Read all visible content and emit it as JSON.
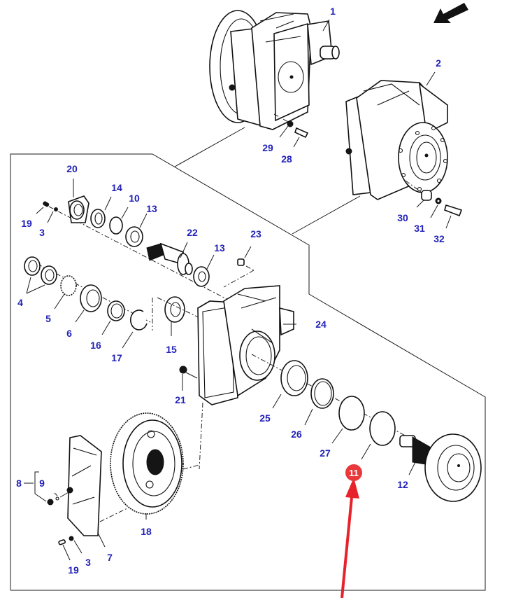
{
  "diagram": {
    "type": "exploded-parts-diagram",
    "subject": "PTO gearbox housing assembly",
    "label_color": "#2222b8",
    "highlight_color": "#e8383b",
    "highlighted_part": "11",
    "callouts": [
      {
        "id": "c1",
        "text": "1"
      },
      {
        "id": "c2",
        "text": "2"
      },
      {
        "id": "c28",
        "text": "28"
      },
      {
        "id": "c29",
        "text": "29"
      },
      {
        "id": "c30",
        "text": "30"
      },
      {
        "id": "c31",
        "text": "31"
      },
      {
        "id": "c32",
        "text": "32"
      },
      {
        "id": "c20",
        "text": "20"
      },
      {
        "id": "c14",
        "text": "14"
      },
      {
        "id": "c10",
        "text": "10"
      },
      {
        "id": "c13a",
        "text": "13"
      },
      {
        "id": "c19a",
        "text": "19"
      },
      {
        "id": "c3a",
        "text": "3"
      },
      {
        "id": "c22",
        "text": "22"
      },
      {
        "id": "c23",
        "text": "23"
      },
      {
        "id": "c13b",
        "text": "13"
      },
      {
        "id": "c4",
        "text": "4"
      },
      {
        "id": "c5",
        "text": "5"
      },
      {
        "id": "c6",
        "text": "6"
      },
      {
        "id": "c16",
        "text": "16"
      },
      {
        "id": "c17",
        "text": "17"
      },
      {
        "id": "c15",
        "text": "15"
      },
      {
        "id": "c24",
        "text": "24"
      },
      {
        "id": "c21",
        "text": "21"
      },
      {
        "id": "c25",
        "text": "25"
      },
      {
        "id": "c26",
        "text": "26"
      },
      {
        "id": "c27",
        "text": "27"
      },
      {
        "id": "c12",
        "text": "12"
      },
      {
        "id": "c18",
        "text": "18"
      },
      {
        "id": "c8",
        "text": "8"
      },
      {
        "id": "c9",
        "text": "9"
      },
      {
        "id": "c7",
        "text": "7"
      },
      {
        "id": "c3b",
        "text": "3"
      },
      {
        "id": "c19b",
        "text": "19"
      }
    ],
    "highlight": {
      "text": "11"
    },
    "direction_arrow": "front-direction-arrow"
  }
}
